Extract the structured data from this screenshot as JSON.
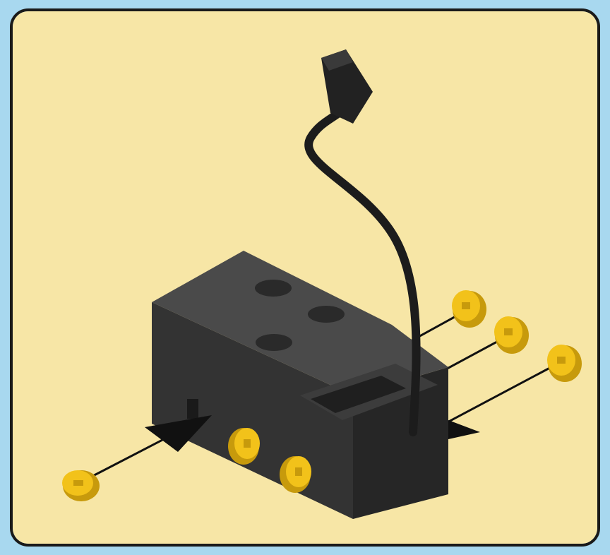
{
  "colors": {
    "page_background": "#a8d8ef",
    "panel_background": "#f7e6a6",
    "panel_border": "#1a1a1a",
    "motor_body": "#3a3a3a",
    "motor_top": "#4a4a4a",
    "motor_side": "#2b2b2b",
    "peg_fill": "#f2c21a",
    "peg_shade": "#c79a0c",
    "arrow": "#111111",
    "cable": "#1c1c1c"
  },
  "scene": {
    "subject": "motor-with-cable",
    "parts": [
      {
        "name": "motor-block",
        "count": 1
      },
      {
        "name": "yellow-peg",
        "count": 6
      }
    ],
    "arrows": [
      {
        "name": "insert-left"
      },
      {
        "name": "insert-right"
      }
    ]
  }
}
